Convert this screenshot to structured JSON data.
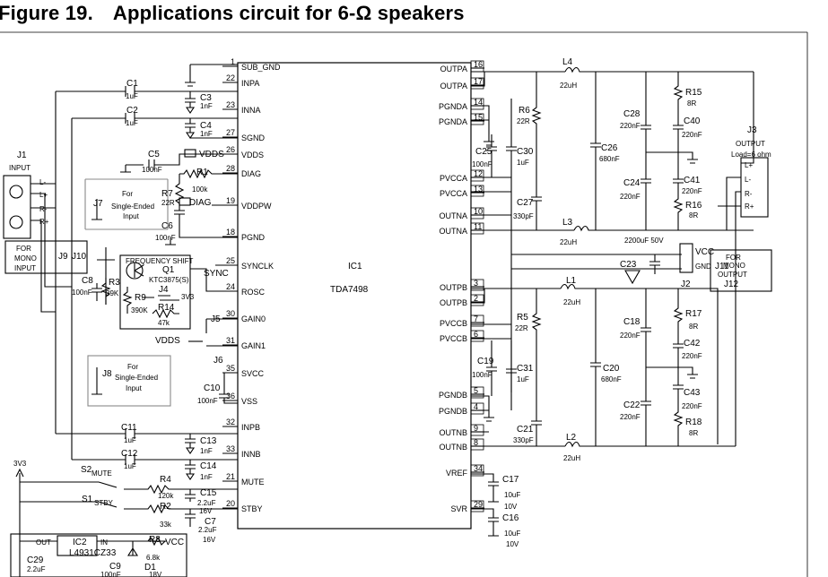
{
  "title": {
    "number": "Figure 19.",
    "text": "Applications circuit for 6-Ω speakers"
  },
  "ic1": {
    "ref": "IC1",
    "part": "TDA7498",
    "left_pins": [
      {
        "num": "1",
        "name": "SUB_GND"
      },
      {
        "num": "22",
        "name": "INPA"
      },
      {
        "num": "23",
        "name": "INNA"
      },
      {
        "num": "27",
        "name": "SGND"
      },
      {
        "num": "26",
        "name": "VDDS"
      },
      {
        "num": "28",
        "name": "DIAG"
      },
      {
        "num": "19",
        "name": "VDDPW"
      },
      {
        "num": "18",
        "name": "PGND"
      },
      {
        "num": "25",
        "name": "SYNCLK"
      },
      {
        "num": "24",
        "name": "ROSC"
      },
      {
        "num": "30",
        "name": "GAIN0"
      },
      {
        "num": "31",
        "name": "GAIN1"
      },
      {
        "num": "35",
        "name": "SVCC"
      },
      {
        "num": "36",
        "name": "VSS"
      },
      {
        "num": "32",
        "name": "INPB"
      },
      {
        "num": "33",
        "name": "INNB"
      },
      {
        "num": "21",
        "name": "MUTE"
      },
      {
        "num": "20",
        "name": "STBY"
      }
    ],
    "right_pins": [
      {
        "num": "16",
        "name": "OUTPA"
      },
      {
        "num": "17",
        "name": "OUTPA"
      },
      {
        "num": "14",
        "name": "PGNDA"
      },
      {
        "num": "15",
        "name": "PGNDA"
      },
      {
        "num": "12",
        "name": "PVCCA"
      },
      {
        "num": "13",
        "name": "PVCCA"
      },
      {
        "num": "10",
        "name": "OUTNA"
      },
      {
        "num": "11",
        "name": "OUTNA"
      },
      {
        "num": "3",
        "name": "OUTPB"
      },
      {
        "num": "2",
        "name": "OUTPB"
      },
      {
        "num": "7",
        "name": "PVCCB"
      },
      {
        "num": "6",
        "name": "PVCCB"
      },
      {
        "num": "5",
        "name": "PGNDB"
      },
      {
        "num": "4",
        "name": "PGNDB"
      },
      {
        "num": "9",
        "name": "OUTNB"
      },
      {
        "num": "8",
        "name": "OUTNB"
      },
      {
        "num": "34",
        "name": "VREF"
      },
      {
        "num": "29",
        "name": "SVR"
      }
    ]
  },
  "labels": [
    {
      "id": "c1",
      "t": "C1"
    },
    {
      "id": "c1v",
      "t": "1uF"
    },
    {
      "id": "c2",
      "t": "C2"
    },
    {
      "id": "c2v",
      "t": "1uF"
    },
    {
      "id": "c3",
      "t": "C3"
    },
    {
      "id": "c3v",
      "t": "1nF"
    },
    {
      "id": "c4",
      "t": "C4"
    },
    {
      "id": "c4v",
      "t": "1nF"
    },
    {
      "id": "c5",
      "t": "C5"
    },
    {
      "id": "c5v",
      "t": "100nF"
    },
    {
      "id": "vdds",
      "t": "VDDS"
    },
    {
      "id": "r1",
      "t": "R1"
    },
    {
      "id": "r1v",
      "t": "100k"
    },
    {
      "id": "diag",
      "t": "DIAG"
    },
    {
      "id": "r7",
      "t": "R7"
    },
    {
      "id": "r7v",
      "t": "22R"
    },
    {
      "id": "c6",
      "t": "C6"
    },
    {
      "id": "c6v",
      "t": "100nF"
    },
    {
      "id": "sync",
      "t": "SYNC"
    },
    {
      "id": "fshift",
      "t": "FREQUENCY SHIFT"
    },
    {
      "id": "q1",
      "t": "Q1"
    },
    {
      "id": "q1v",
      "t": "KTC3875(S)"
    },
    {
      "id": "j4",
      "t": "J4"
    },
    {
      "id": "3v3s",
      "t": "3V3"
    },
    {
      "id": "r9",
      "t": "R9"
    },
    {
      "id": "r9v",
      "t": "390K"
    },
    {
      "id": "r14",
      "t": "R14"
    },
    {
      "id": "r14v",
      "t": "47k"
    },
    {
      "id": "c8",
      "t": "C8"
    },
    {
      "id": "c8v",
      "t": "100nF"
    },
    {
      "id": "r3",
      "t": "R3"
    },
    {
      "id": "r3v",
      "t": "39K"
    },
    {
      "id": "j5",
      "t": "J5"
    },
    {
      "id": "j6",
      "t": "J6"
    },
    {
      "id": "vdds2",
      "t": "VDDS"
    },
    {
      "id": "c10",
      "t": "C10"
    },
    {
      "id": "c10v",
      "t": "100nF"
    },
    {
      "id": "j1",
      "t": "J1"
    },
    {
      "id": "input",
      "t": "INPUT"
    },
    {
      "id": "lp",
      "t": "L+"
    },
    {
      "id": "lm",
      "t": "L-"
    },
    {
      "id": "rp",
      "t": "R+"
    },
    {
      "id": "rm",
      "t": "R-"
    },
    {
      "id": "j7",
      "t": "J7"
    },
    {
      "id": "for1",
      "t": "For"
    },
    {
      "id": "se1",
      "t": "Single-Ended"
    },
    {
      "id": "in1",
      "t": "Input"
    },
    {
      "id": "formono",
      "t": "FOR"
    },
    {
      "id": "mono",
      "t": "MONO"
    },
    {
      "id": "monoin",
      "t": "INPUT"
    },
    {
      "id": "j9",
      "t": "J9"
    },
    {
      "id": "j10",
      "t": "J10"
    },
    {
      "id": "j8",
      "t": "J8"
    },
    {
      "id": "for2",
      "t": "For"
    },
    {
      "id": "se2",
      "t": "Single-Ended"
    },
    {
      "id": "in2",
      "t": "Input"
    },
    {
      "id": "c11",
      "t": "C11"
    },
    {
      "id": "c11v",
      "t": "1uF"
    },
    {
      "id": "c13",
      "t": "C13"
    },
    {
      "id": "c13v",
      "t": "1nF"
    },
    {
      "id": "c12",
      "t": "C12"
    },
    {
      "id": "c12v",
      "t": "1uF"
    },
    {
      "id": "c14",
      "t": "C14"
    },
    {
      "id": "c14v",
      "t": "1nF"
    },
    {
      "id": "3v3",
      "t": "3V3"
    },
    {
      "id": "s2",
      "t": "S2"
    },
    {
      "id": "mute",
      "t": "MUTE"
    },
    {
      "id": "s1",
      "t": "S1"
    },
    {
      "id": "stby",
      "t": "STBY"
    },
    {
      "id": "r4",
      "t": "R4"
    },
    {
      "id": "r4v",
      "t": "120k"
    },
    {
      "id": "r2",
      "t": "R2"
    },
    {
      "id": "r2v",
      "t": "33k"
    },
    {
      "id": "c15",
      "t": "C15"
    },
    {
      "id": "c15v",
      "t": "2.2uF"
    },
    {
      "id": "c15w",
      "t": "16V"
    },
    {
      "id": "c7",
      "t": "C7"
    },
    {
      "id": "c7v",
      "t": "2.2uF"
    },
    {
      "id": "c7w",
      "t": "16V"
    },
    {
      "id": "out",
      "t": "OUT"
    },
    {
      "id": "ic2",
      "t": "IC2"
    },
    {
      "id": "ic2v",
      "t": "L4931CZ33"
    },
    {
      "id": "inl",
      "t": "IN"
    },
    {
      "id": "r8",
      "t": "R8"
    },
    {
      "id": "r8v",
      "t": "6.8k"
    },
    {
      "id": "vcc3",
      "t": "VCC"
    },
    {
      "id": "c29",
      "t": "C29"
    },
    {
      "id": "c29v",
      "t": "2.2uF"
    },
    {
      "id": "c9",
      "t": "C9"
    },
    {
      "id": "c9v",
      "t": "100nF"
    },
    {
      "id": "d1",
      "t": "D1"
    },
    {
      "id": "d1v",
      "t": "18V"
    },
    {
      "id": "l4",
      "t": "L4"
    },
    {
      "id": "l4v",
      "t": "22uH"
    },
    {
      "id": "r6",
      "t": "R6"
    },
    {
      "id": "r6v",
      "t": "22R"
    },
    {
      "id": "c25",
      "t": "C25"
    },
    {
      "id": "c25v",
      "t": "100nF"
    },
    {
      "id": "c30",
      "t": "C30"
    },
    {
      "id": "c30v",
      "t": "1uF"
    },
    {
      "id": "c27",
      "t": "C27"
    },
    {
      "id": "c27v",
      "t": "330pF"
    },
    {
      "id": "c26",
      "t": "C26"
    },
    {
      "id": "c26v",
      "t": "680nF"
    },
    {
      "id": "c28",
      "t": "C28"
    },
    {
      "id": "c28v",
      "t": "220nF"
    },
    {
      "id": "c24",
      "t": "C24"
    },
    {
      "id": "c24v",
      "t": "220nF"
    },
    {
      "id": "r15",
      "t": "R15"
    },
    {
      "id": "r15v",
      "t": "8R"
    },
    {
      "id": "c40",
      "t": "C40"
    },
    {
      "id": "c40v",
      "t": "220nF"
    },
    {
      "id": "c41",
      "t": "C41"
    },
    {
      "id": "c41v",
      "t": "220nF"
    },
    {
      "id": "r16",
      "t": "R16"
    },
    {
      "id": "r16v",
      "t": "8R"
    },
    {
      "id": "l3",
      "t": "L3"
    },
    {
      "id": "l3v",
      "t": "22uH"
    },
    {
      "id": "cap2200",
      "t": "2200uF 50V"
    },
    {
      "id": "j3",
      "t": "J3"
    },
    {
      "id": "output",
      "t": "OUTPUT"
    },
    {
      "id": "load",
      "t": "Load=6 ohm"
    },
    {
      "id": "olp",
      "t": "L+"
    },
    {
      "id": "olm",
      "t": "L-"
    },
    {
      "id": "orm",
      "t": "R-"
    },
    {
      "id": "orp",
      "t": "R+"
    },
    {
      "id": "vcc",
      "t": "VCC"
    },
    {
      "id": "gnd",
      "t": "GND"
    },
    {
      "id": "c23",
      "t": "C23"
    },
    {
      "id": "j2",
      "t": "J2"
    },
    {
      "id": "formono2",
      "t": "FOR"
    },
    {
      "id": "mono2",
      "t": "MONO"
    },
    {
      "id": "monoout",
      "t": "OUTPUT"
    },
    {
      "id": "j11",
      "t": "J11"
    },
    {
      "id": "j12",
      "t": "J12"
    },
    {
      "id": "l1",
      "t": "L1"
    },
    {
      "id": "l1v",
      "t": "22uH"
    },
    {
      "id": "r5",
      "t": "R5"
    },
    {
      "id": "r5v",
      "t": "22R"
    },
    {
      "id": "c19",
      "t": "C19"
    },
    {
      "id": "c19v",
      "t": "100nF"
    },
    {
      "id": "c31",
      "t": "C31"
    },
    {
      "id": "c31v",
      "t": "1uF"
    },
    {
      "id": "c21",
      "t": "C21"
    },
    {
      "id": "c21v",
      "t": "330pF"
    },
    {
      "id": "c20",
      "t": "C20"
    },
    {
      "id": "c20v",
      "t": "680nF"
    },
    {
      "id": "c18",
      "t": "C18"
    },
    {
      "id": "c18v",
      "t": "220nF"
    },
    {
      "id": "c22",
      "t": "C22"
    },
    {
      "id": "c22v",
      "t": "220nF"
    },
    {
      "id": "r17",
      "t": "R17"
    },
    {
      "id": "r17v",
      "t": "8R"
    },
    {
      "id": "c42",
      "t": "C42"
    },
    {
      "id": "c42v",
      "t": "220nF"
    },
    {
      "id": "c43",
      "t": "C43"
    },
    {
      "id": "c43v",
      "t": "220nF"
    },
    {
      "id": "r18",
      "t": "R18"
    },
    {
      "id": "r18v",
      "t": "8R"
    },
    {
      "id": "l2",
      "t": "L2"
    },
    {
      "id": "l2v",
      "t": "22uH"
    },
    {
      "id": "c17",
      "t": "C17"
    },
    {
      "id": "c17v",
      "t": "10uF"
    },
    {
      "id": "c17w",
      "t": "10V"
    },
    {
      "id": "c16",
      "t": "C16"
    },
    {
      "id": "c16v",
      "t": "10uF"
    },
    {
      "id": "c16w",
      "t": "10V"
    }
  ]
}
